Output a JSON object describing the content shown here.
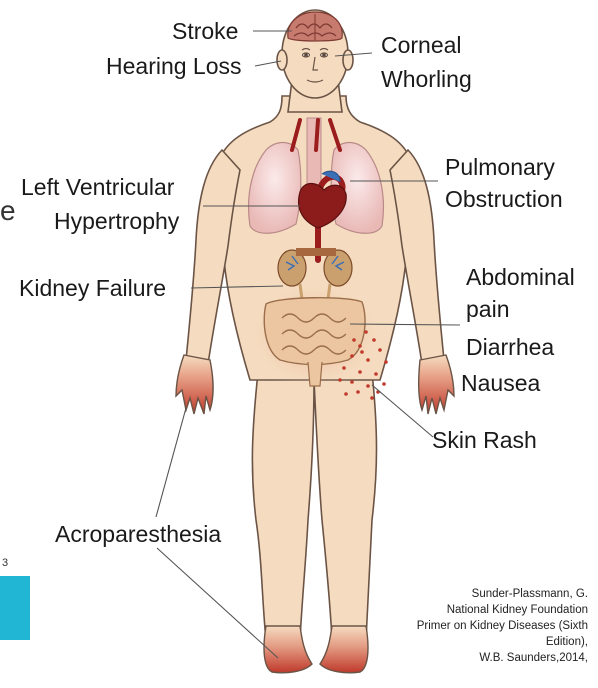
{
  "labels": {
    "stroke": "Stroke",
    "hearing_loss": "Hearing Loss",
    "corneal_1": "Corneal",
    "corneal_2": "Whorling",
    "left_ventricular_1": "Left Ventricular",
    "left_ventricular_2": "Hypertrophy",
    "pulmonary_1": "Pulmonary",
    "pulmonary_2": "Obstruction",
    "kidney_failure": "Kidney Failure",
    "abdominal_1": "Abdominal",
    "abdominal_2": "pain",
    "diarrhea": "Diarrhea",
    "nausea": "Nausea",
    "skin_rash": "Skin Rash",
    "acroparesthesia": "Acroparesthesia"
  },
  "citation": {
    "line1": "Sunder-Plassmann, G.",
    "line2": "National Kidney Foundation",
    "line3": "Primer on Kidney Diseases (Sixth",
    "line4": "Edition),",
    "line5": "W.B. Saunders,2014,"
  },
  "slide_number": "3",
  "edge_text": "e",
  "colors": {
    "skin": "#f5dcc0",
    "skin_outline": "#6b5446",
    "red_flush": "#c9302c",
    "heart": "#8c1b1b",
    "accent": "#20b6d4"
  }
}
